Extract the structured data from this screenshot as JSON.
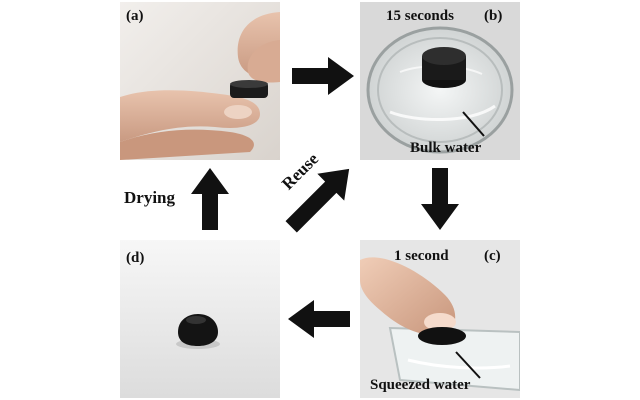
{
  "panels": {
    "a": {
      "label": "(a)"
    },
    "b": {
      "label": "(b)",
      "time": "15 seconds",
      "annotation": "Bulk water"
    },
    "c": {
      "label": "(c)",
      "time": "1 second",
      "annotation": "Squeezed water"
    },
    "d": {
      "label": "(d)"
    }
  },
  "arrows": {
    "drying": "Drying",
    "reuse": "Reuse"
  },
  "colors": {
    "sponge": "#1a1a1a",
    "arrow": "#111111"
  }
}
